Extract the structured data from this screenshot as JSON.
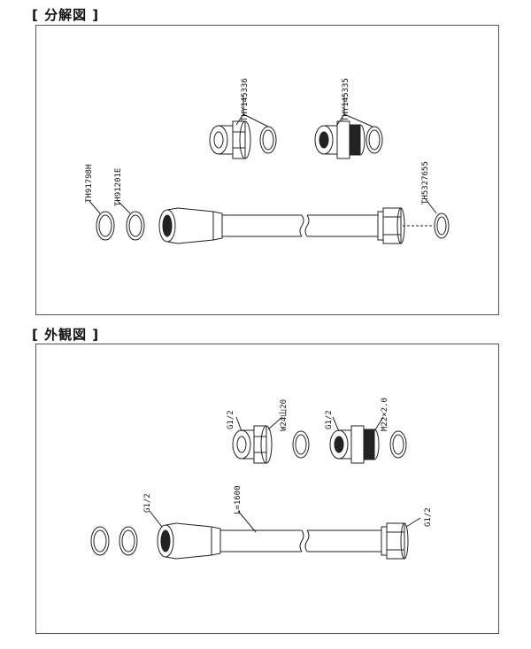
{
  "sections": {
    "exploded": {
      "title": "[ 分解図 ]",
      "parts": {
        "nut_adapter": "THY145336",
        "male_adapter": "THY145335",
        "gasket_a": "TH91798H",
        "gasket_b": "TH91201E",
        "end_gasket": "TH5327655"
      }
    },
    "external": {
      "title": "[ 外観図 ]",
      "labels": {
        "nut_thread": "G1/2",
        "nut_size": "W24山20",
        "male_thread": "G1/2",
        "male_size": "M22×2.0",
        "hose_thread": "G1/2",
        "hose_length": "L=1600",
        "end_thread": "G1/2"
      }
    }
  }
}
